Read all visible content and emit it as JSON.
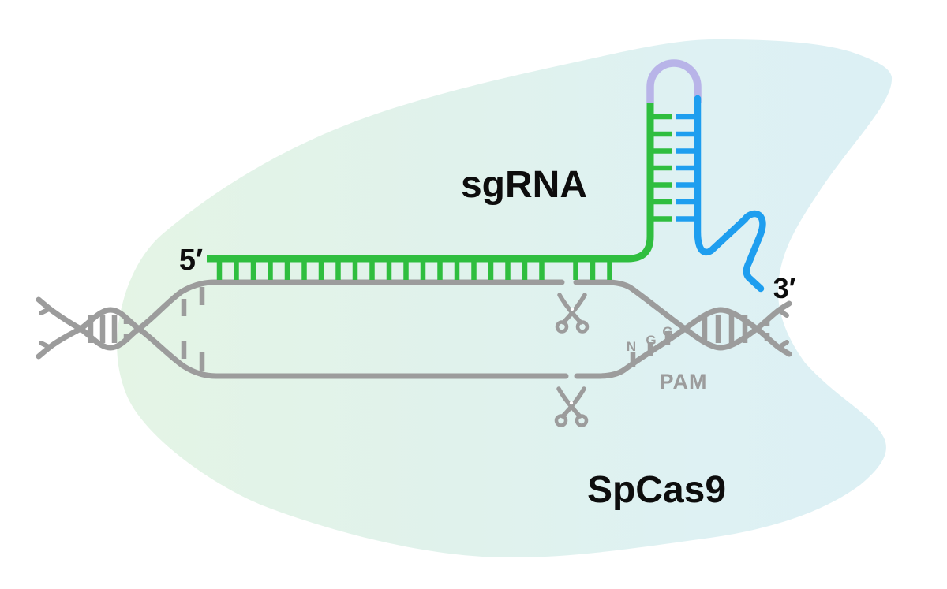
{
  "diagram": {
    "subject": "CRISPR SpCas9 with sgRNA bound to target DNA"
  },
  "labels": {
    "sgrna": "sgRNA",
    "five_prime": "5′",
    "three_prime": "3′",
    "spcas9": "SpCas9",
    "pam": "PAM",
    "pam_bases": [
      "N",
      "G",
      "G"
    ]
  },
  "icons": {
    "cut_site": "scissors-icon"
  },
  "colors": {
    "guide_green": "#2fbe3f",
    "scaffold_blue": "#1e9eef",
    "loop_lavender": "#b8b4e8",
    "dna_gray": "#9c9c9c",
    "label_black": "#0d0d0d",
    "blob_mint": "#e4f4e5",
    "blob_cyan": "#dcf0f4"
  }
}
